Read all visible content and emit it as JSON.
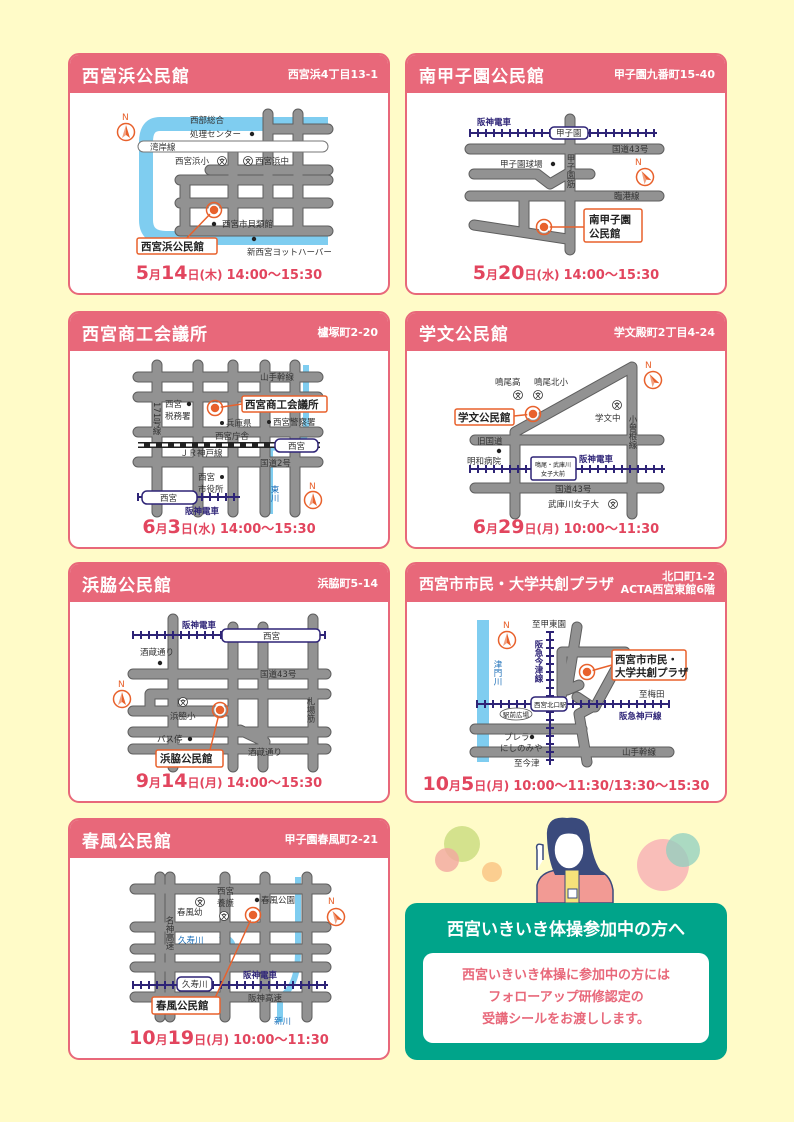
{
  "units": {
    "month": "月",
    "day": "日"
  },
  "cards": [
    {
      "name": "西宮浜公民館",
      "address": [
        "西宮浜4丁目13-1"
      ],
      "date": {
        "month": "5",
        "day": "14",
        "weekday": "(木)",
        "time": "14:00〜15:30"
      },
      "labels": [
        "西部総合",
        "処理センター",
        "湾岸線",
        "西宮浜小",
        "西宮浜中",
        "西宮市貝類館",
        "新西宮ヨットハーバー",
        "西宮浜公民館",
        "N"
      ]
    },
    {
      "name": "南甲子園公民館",
      "address": [
        "甲子園九番町15-40"
      ],
      "date": {
        "month": "5",
        "day": "20",
        "weekday": "(水)",
        "time": "14:00〜15:30"
      },
      "labels": [
        "阪神電車",
        "甲子園",
        "国道43号",
        "甲子園球場",
        "甲子園筋",
        "臨港線",
        "南甲子園",
        "公民館",
        "N"
      ]
    },
    {
      "name": "西宮商工会議所",
      "address": [
        "櫨塚町2-20"
      ],
      "date": {
        "month": "6",
        "day": "3",
        "weekday": "(水)",
        "time": "14:00〜15:30"
      },
      "labels": [
        "山手幹線",
        "西宮",
        "税務署",
        "西宮商工会議所",
        "兵庫県",
        "西宮庁舎",
        "西宮警察署",
        "171号線",
        "ＪＲ神戸線",
        "西宮",
        "国道2号",
        "西宮",
        "市役所",
        "西宮",
        "阪神電車",
        "東川",
        "N"
      ]
    },
    {
      "name": "学文公民館",
      "address": [
        "学文殿町2丁目4-24"
      ],
      "date": {
        "month": "6",
        "day": "29",
        "weekday": "(月)",
        "time": "10:00〜11:30"
      },
      "labels": [
        "鳴尾高",
        "鳴尾北小",
        "学文公民館",
        "学文中",
        "小曽根線",
        "旧国道",
        "明和病院",
        "阪神電車",
        "鳴尾・武庫川",
        "女子大前",
        "国道43号",
        "武庫川女子大",
        "N"
      ]
    },
    {
      "name": "浜脇公民館",
      "address": [
        "浜脇町5-14"
      ],
      "date": {
        "month": "9",
        "day": "14",
        "weekday": "(月)",
        "time": "14:00〜15:30"
      },
      "labels": [
        "阪神電車",
        "西宮",
        "酒蔵通り",
        "国道43号",
        "浜脇小",
        "札場筋",
        "バス停",
        "酒蔵通り",
        "浜脇公民館",
        "N"
      ]
    },
    {
      "name": "西宮市市民・大学共創プラザ",
      "address": [
        "北口町1-2",
        "ACTA西宮東館6階"
      ],
      "date": {
        "month": "10",
        "day": "5",
        "weekday": "(月)",
        "time": "10:00〜11:30/13:30〜15:30"
      },
      "labels": [
        "至甲東園",
        "阪急今津線",
        "津門川",
        "西宮市市民・",
        "大学共創プラザ",
        "至梅田",
        "西宮北口駅",
        "阪急神戸線",
        "駅前広場",
        "プレラ",
        "にしのみや",
        "山手幹線",
        "至今津",
        "N"
      ]
    },
    {
      "name": "春風公民館",
      "address": [
        "甲子園春風町2-21"
      ],
      "date": {
        "month": "10",
        "day": "19",
        "weekday": "(月)",
        "time": "10:00〜11:30"
      },
      "labels": [
        "西宮",
        "養護",
        "春風公園",
        "春風幼",
        "名神高速",
        "久寿川",
        "阪神電車",
        "久寿川",
        "阪神高速",
        "春風公民館",
        "新川",
        "N"
      ]
    }
  ],
  "notice": {
    "title": "西宮いきいき体操参加中の方へ",
    "lines": [
      "西宮いきいき体操に参加中の方には",
      "フォローアップ研修認定の",
      "受講シールをお渡しします。"
    ]
  },
  "colors": {
    "card": "#e8687a",
    "date": "#e2455e",
    "notice": "#00a48a",
    "marker": "#e8612c",
    "rail": "#2e2477",
    "water": "#7fcdf0",
    "background": "#fffbc8"
  }
}
